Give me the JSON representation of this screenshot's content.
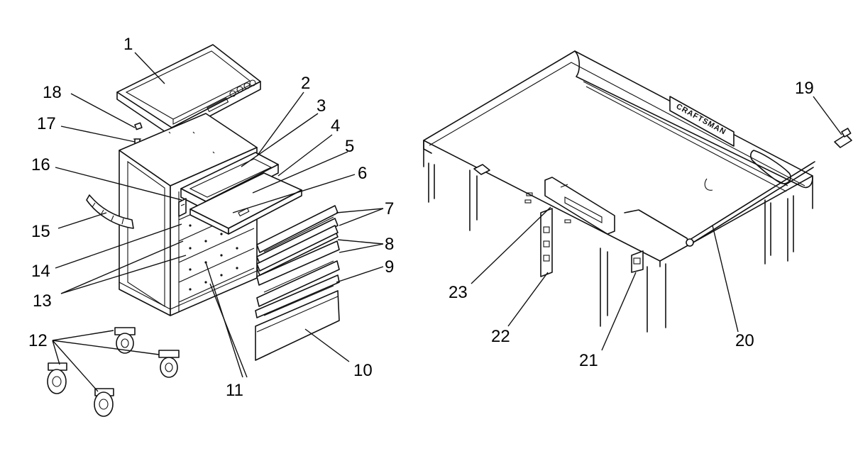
{
  "brand_label": "CRAFTSMAN",
  "callouts": [
    {
      "id": "1",
      "text": "1"
    },
    {
      "id": "2",
      "text": "2"
    },
    {
      "id": "3",
      "text": "3"
    },
    {
      "id": "4",
      "text": "4"
    },
    {
      "id": "5",
      "text": "5"
    },
    {
      "id": "6",
      "text": "6"
    },
    {
      "id": "7",
      "text": "7"
    },
    {
      "id": "8",
      "text": "8"
    },
    {
      "id": "9",
      "text": "9"
    },
    {
      "id": "10",
      "text": "10"
    },
    {
      "id": "11",
      "text": "11"
    },
    {
      "id": "12",
      "text": "12"
    },
    {
      "id": "13",
      "text": "13"
    },
    {
      "id": "14",
      "text": "14"
    },
    {
      "id": "15",
      "text": "15"
    },
    {
      "id": "16",
      "text": "16"
    },
    {
      "id": "17",
      "text": "17"
    },
    {
      "id": "18",
      "text": "18"
    },
    {
      "id": "19",
      "text": "19"
    },
    {
      "id": "20",
      "text": "20"
    },
    {
      "id": "21",
      "text": "21"
    },
    {
      "id": "22",
      "text": "22"
    },
    {
      "id": "23",
      "text": "23"
    }
  ]
}
